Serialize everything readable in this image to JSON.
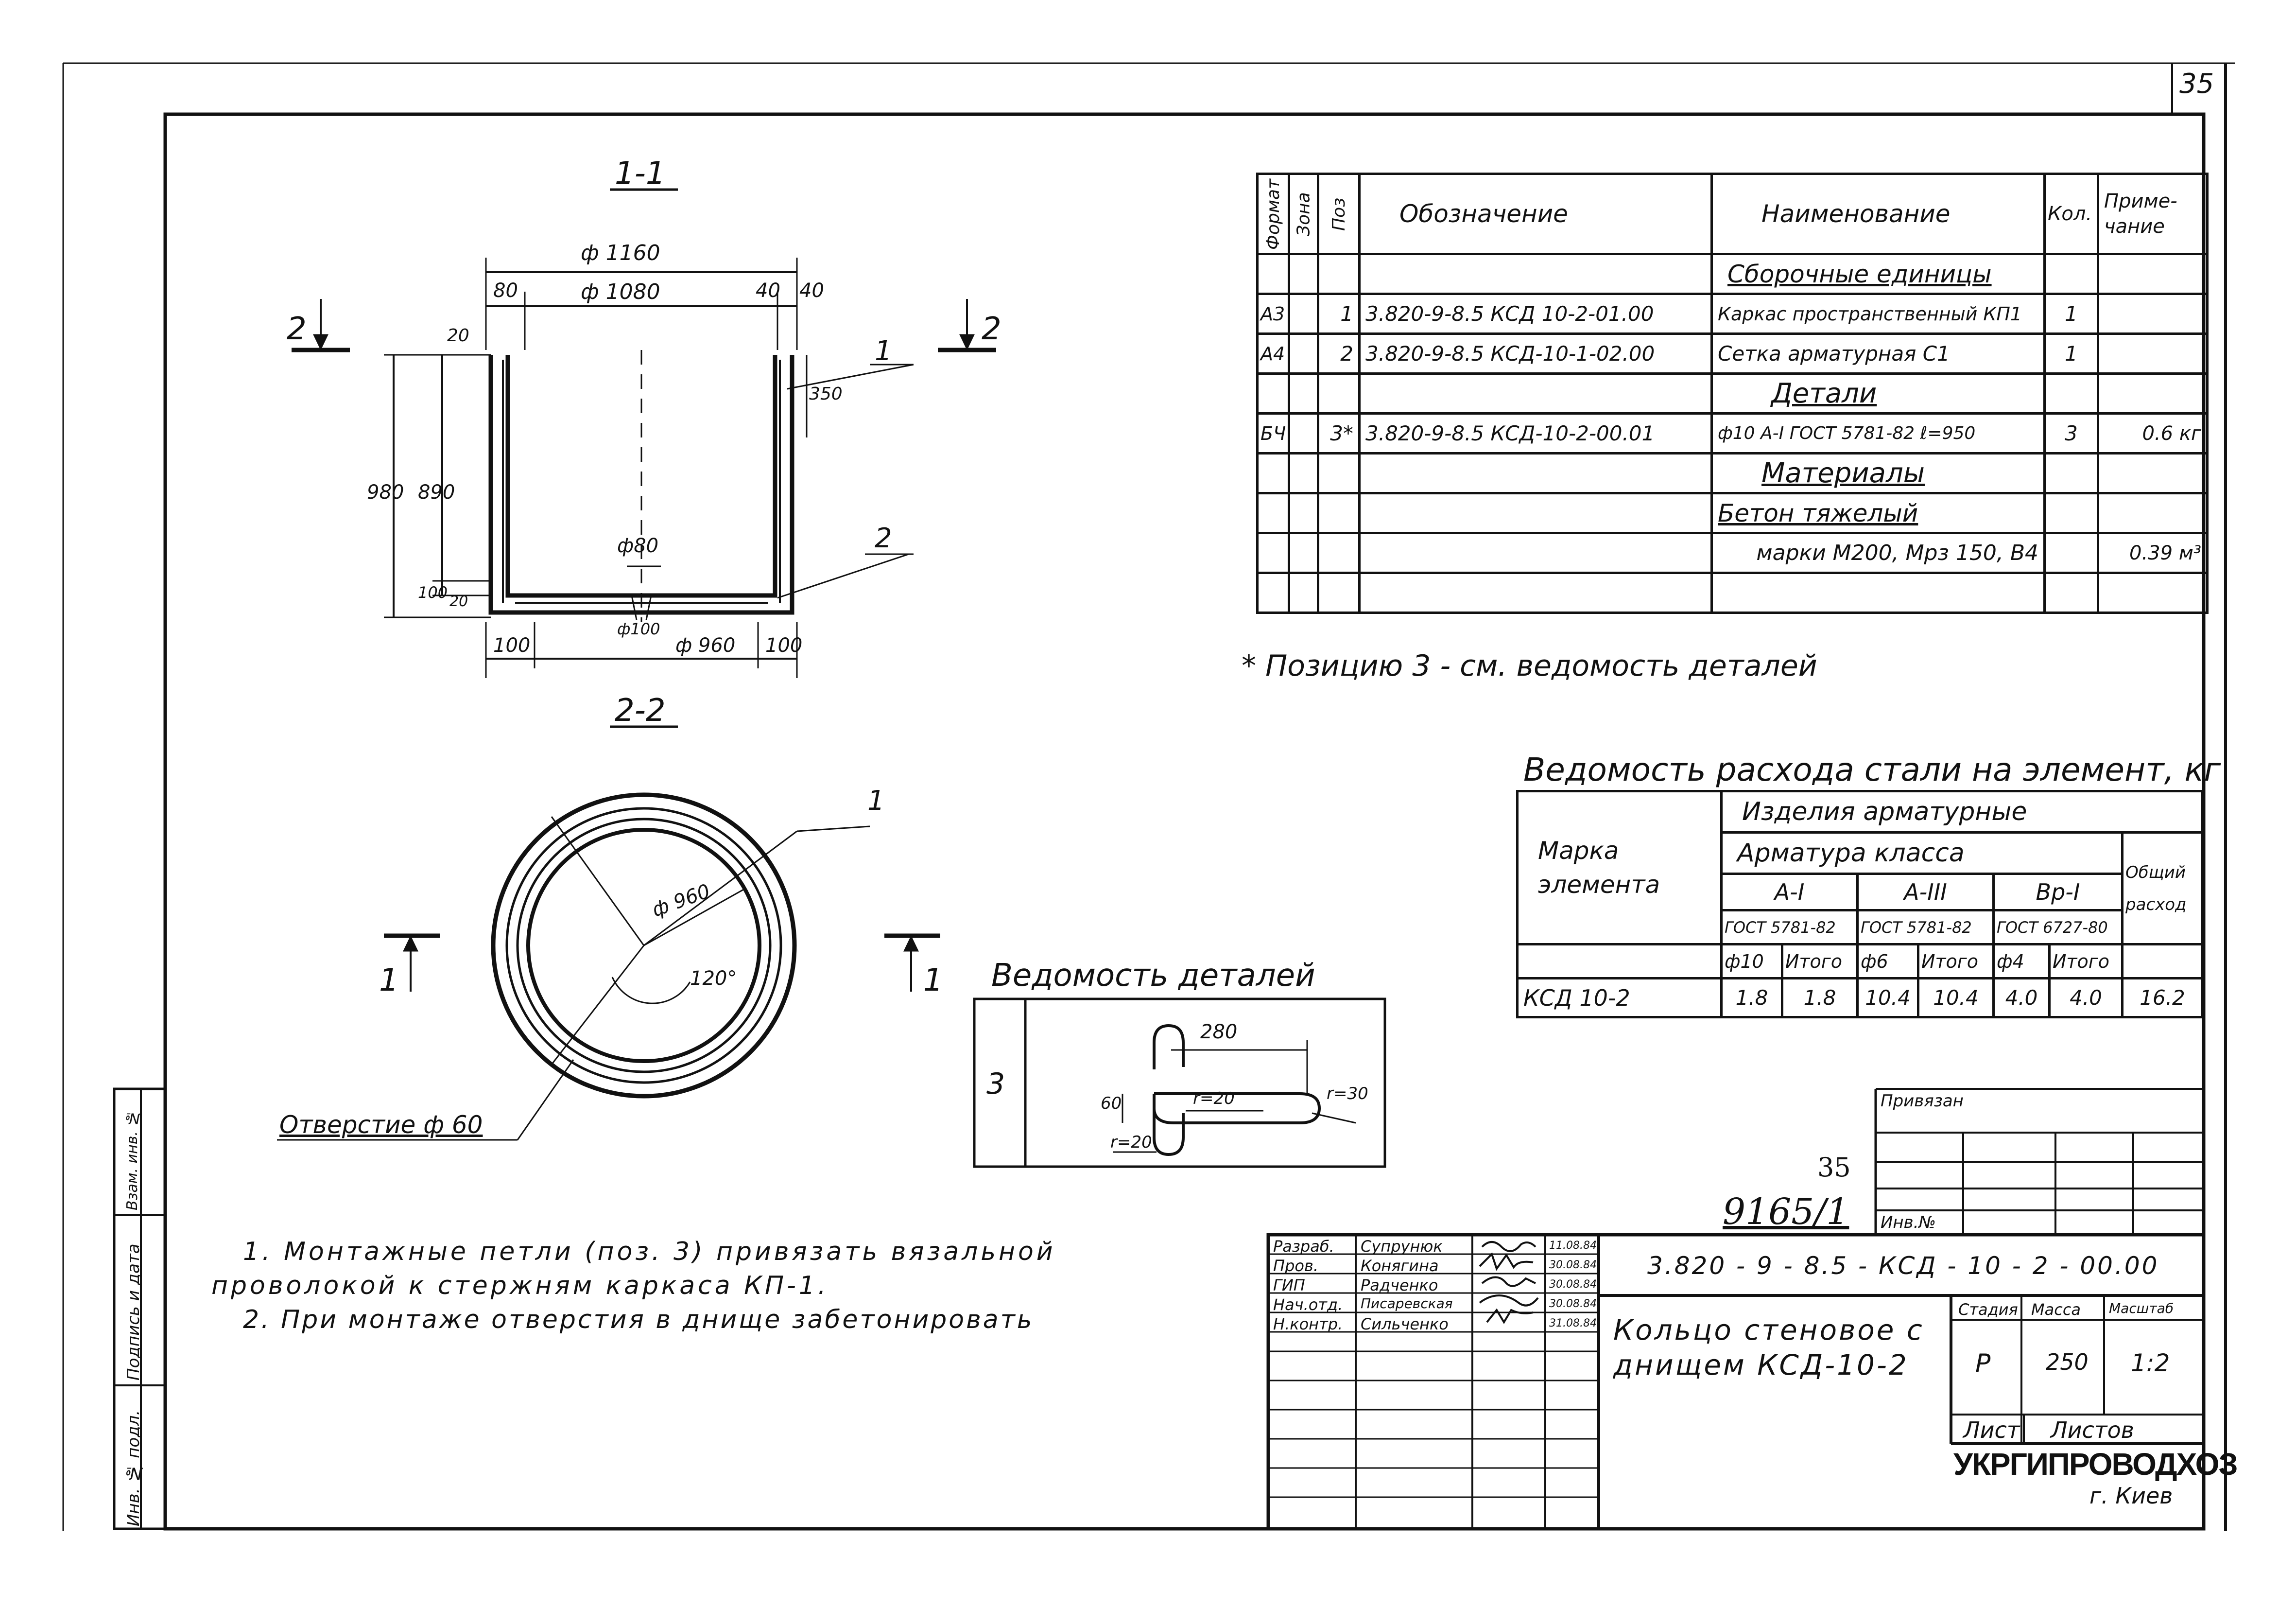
{
  "page_number": "35",
  "sections": {
    "s11": "1-1",
    "s22": "2-2",
    "cut2": "2",
    "cut1": "1"
  },
  "dims": {
    "d1160": "ф 1160",
    "d1080": "ф 1080",
    "d80": "80",
    "d40a": "40",
    "d40b": "40",
    "d20top": "20",
    "d350": "350",
    "d980": "980",
    "d890": "890",
    "d100": "100",
    "d20bot": "20",
    "d80hole": "ф80",
    "d100hole": "ф100",
    "d960": "ф 960",
    "d100l": "100",
    "d100r": "100",
    "d960plan": "ф 960",
    "ang120": "120°",
    "leader1": "1",
    "leader2": "2",
    "leader1plan": "1"
  },
  "hole_label": "Отверстие ф 60",
  "spec_table": {
    "headers": [
      "Формат",
      "Зона",
      "Поз",
      "Обозначение",
      "Наименование",
      "Кол.",
      "Приме-чание"
    ],
    "rows": [
      [
        "",
        "",
        "",
        "",
        "Сборочные единицы",
        "",
        ""
      ],
      [
        "А3",
        "",
        "1",
        "3.820-9-8.5 КСД 10-2-01.00",
        "Каркас пространственный КП1",
        "1",
        ""
      ],
      [
        "А4",
        "",
        "2",
        "3.820-9-8.5 КСД-10-1-02.00",
        "Сетка арматурная С1",
        "1",
        ""
      ],
      [
        "",
        "",
        "",
        "",
        "Детали",
        "",
        ""
      ],
      [
        "БЧ",
        "",
        "3*",
        "3.820-9-8.5 КСД-10-2-00.01",
        "ф10 А-I ГОСТ 5781-82 ℓ=950",
        "3",
        "0.6 кг"
      ],
      [
        "",
        "",
        "",
        "",
        "Материалы",
        "",
        ""
      ],
      [
        "",
        "",
        "",
        "",
        "Бетон тяжелый",
        "",
        ""
      ],
      [
        "",
        "",
        "",
        "",
        "марки М200, Мрз 150, В4",
        "",
        "0.39 м³"
      ],
      [
        "",
        "",
        "",
        "",
        "",
        "",
        ""
      ]
    ]
  },
  "footnote": "* Позицию 3 - см. ведомость деталей",
  "steel": {
    "title": "Ведомость расхода стали на элемент, кг",
    "mark_header": "Марка элемента",
    "products": "Изделия арматурные",
    "armclass": "Арматура класса",
    "total": "Общий расход",
    "classes": [
      "А-I",
      "А-III",
      "Вр-I"
    ],
    "gosts": [
      "ГОСТ 5781-82",
      "ГОСТ 5781-82",
      "ГОСТ 6727-80"
    ],
    "sub": [
      "ф10",
      "Итого",
      "ф6",
      "Итого",
      "ф4",
      "Итого"
    ],
    "row": [
      "КСД 10-2",
      "1.8",
      "1.8",
      "10.4",
      "10.4",
      "4.0",
      "4.0",
      "16.2"
    ]
  },
  "details": {
    "title": "Ведомость деталей",
    "pos": "3",
    "l280": "280",
    "l60": "60",
    "r20a": "r=20",
    "r30": "r=30",
    "r20b": "r=20"
  },
  "notes": [
    "1. Монтажные петли (поз. 3) привязать вязальной",
    "проволокой к стержням каркаса КП-1.",
    "2. При монтаже отверстия в днище забетонировать"
  ],
  "stamp_numbers": {
    "n35": "35",
    "n9165": "9165/1"
  },
  "privyazan": "Привязан",
  "inv_label": "Инв.№",
  "side_labels": [
    "Инв. № подл.",
    "Подпись и дата",
    "Взам. инв. №"
  ],
  "title_block": {
    "people": [
      [
        "Разраб.",
        "Супрунюк",
        "11.08.84"
      ],
      [
        "Пров.",
        "Конягина",
        "30.08.84"
      ],
      [
        "ГИП",
        "Радченко",
        "30.08.84"
      ],
      [
        "Нач.отд.",
        "Писаревская",
        "30.08.84"
      ],
      [
        "Н.контр.",
        "Сильченко",
        "31.08.84"
      ]
    ],
    "code": "3.820 - 9 - 8.5 - КСД - 10 - 2 - 00.00",
    "name": "Кольцо стеновое с днищем КСД-10-2",
    "stage_h": "Стадия",
    "mass_h": "Масса",
    "scale_h": "Масштаб",
    "stage": "Р",
    "mass": "250",
    "scale": "1:2",
    "sheet_h": "Лист",
    "sheets_h": "Листов",
    "org": "УКРГИПРОВОДХОЗ",
    "city": "г. Киев"
  }
}
